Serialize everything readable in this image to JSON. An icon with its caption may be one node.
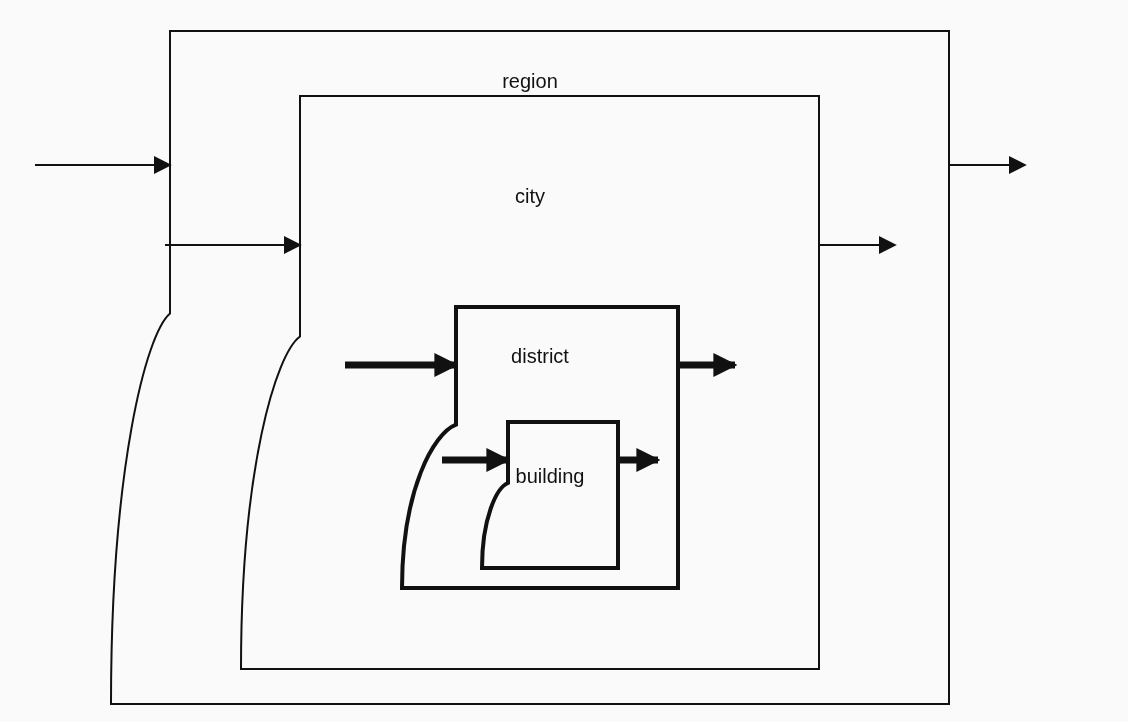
{
  "diagram": {
    "nodes": [
      {
        "text": [
          "region"
        ]
      },
      {
        "text": [
          "city"
        ],
        "in": 0
      },
      {
        "text": [
          "district"
        ],
        "in": 1
      },
      {
        "text": [
          "building"
        ],
        "in": 2
      }
    ],
    "edges": [
      {
        "from": null,
        "to": 0,
        "arrow": "to"
      },
      {
        "from": 0,
        "to": null,
        "arrow": "to"
      },
      {
        "from": null,
        "to": 1,
        "arrow": "to"
      },
      {
        "from": 1,
        "to": null,
        "arrow": "to"
      },
      {
        "from": null,
        "to": 2,
        "arrow": "to",
        "style": "thick"
      },
      {
        "from": 2,
        "to": null,
        "arrow": "to",
        "style": "thick"
      },
      {
        "from": null,
        "to": 3,
        "arrow": "to",
        "style": "thick"
      },
      {
        "from": 3,
        "to": null,
        "arrow": "to",
        "style": "thick"
      }
    ]
  }
}
